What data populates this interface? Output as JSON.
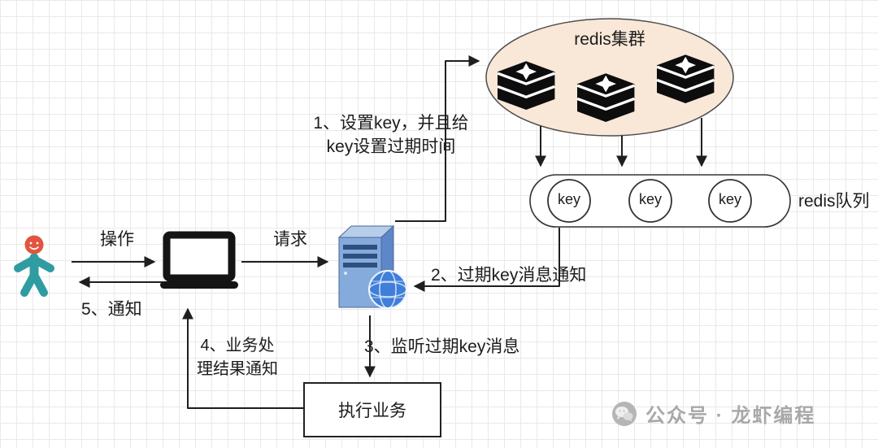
{
  "colors": {
    "cluster_fill": "#f9e8d8",
    "line": "#1f1f1f",
    "teal": "#2f9ca1",
    "head": "#e2543f",
    "server_front": "#84abdc",
    "server_top": "#b7cdea",
    "server_side": "#5d87c6",
    "globe": "#3f7ed9",
    "watermark": "#a8a8a8"
  },
  "cluster": {
    "label": "redis集群"
  },
  "queue": {
    "label": "redis队列",
    "keys": [
      "key",
      "key",
      "key"
    ]
  },
  "flows": {
    "operate": "操作",
    "request": "请求",
    "step1_line1": "1、设置key，并且给",
    "step1_line2": "key设置过期时间",
    "step2": "2、过期key消息通知",
    "step3": "3、监听过期key消息",
    "step4_line1": "4、业务处",
    "step4_line2": "理结果通知",
    "step5": "5、通知"
  },
  "business": {
    "label": "执行业务"
  },
  "watermark": {
    "text": "公众号 · 龙虾编程"
  }
}
